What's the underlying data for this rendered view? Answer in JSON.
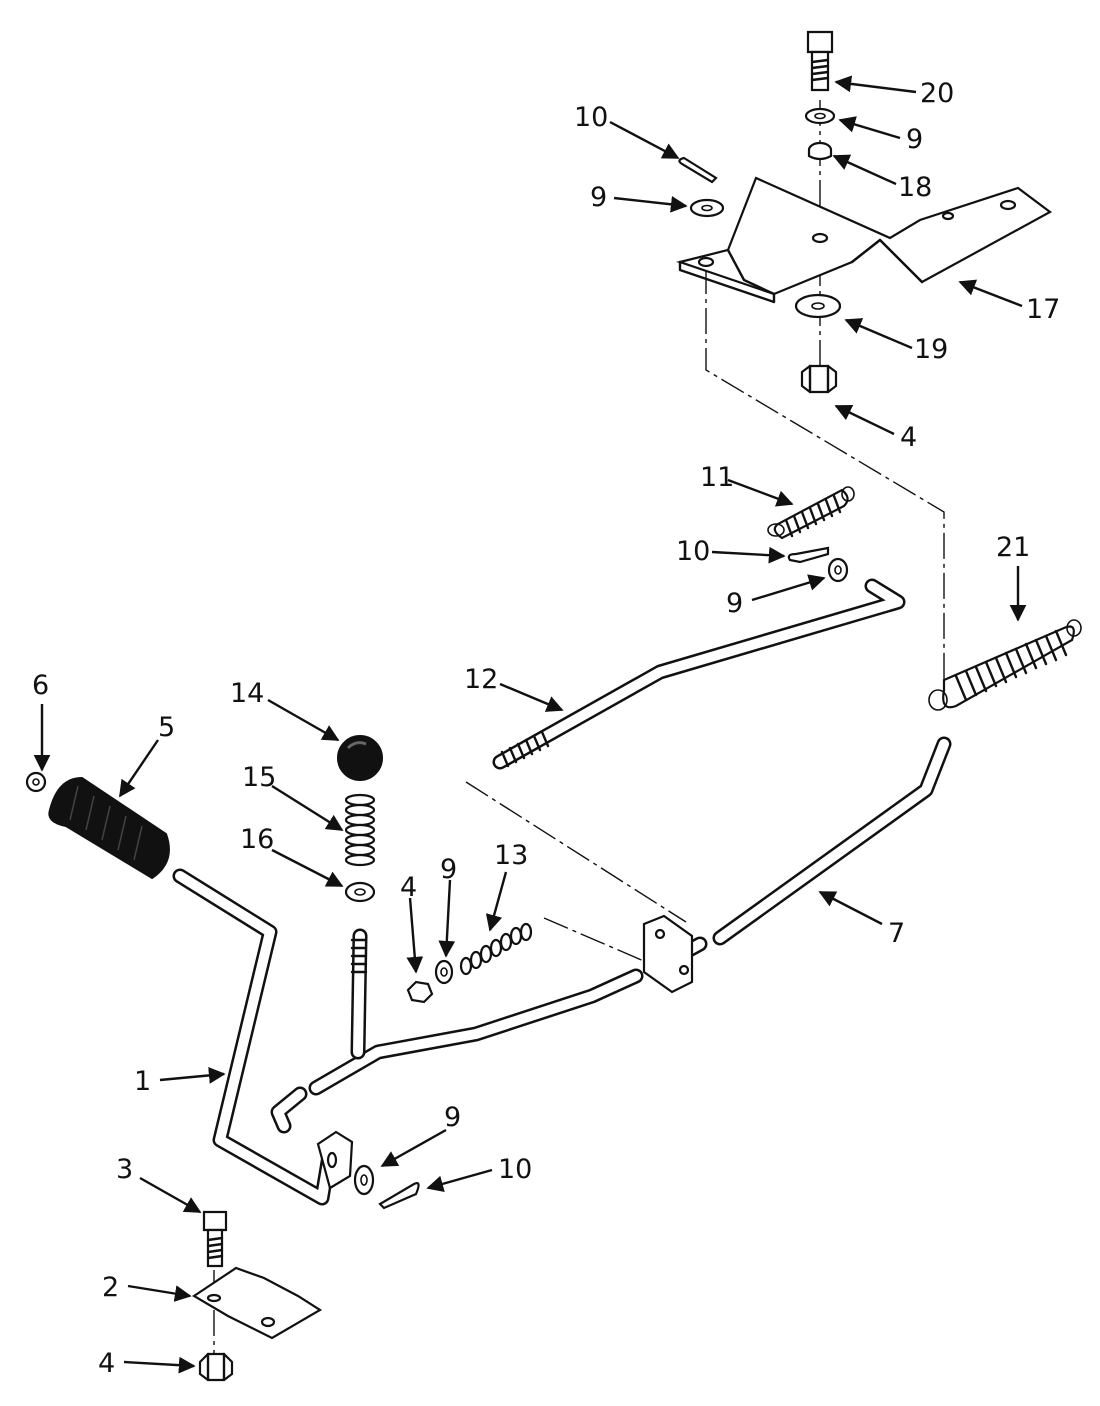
{
  "callouts": {
    "c1": "1",
    "c2": "2",
    "c3": "3",
    "c4_bottom": "4",
    "c4_mid": "4",
    "c4_top": "4",
    "c5": "5",
    "c6": "6",
    "c7": "7",
    "c9_top": "9",
    "c9_bracket": "9",
    "c9_mid": "9",
    "c9_upper_right": "9",
    "c9_bottom": "9",
    "c10_top": "10",
    "c10_mid": "10",
    "c10_bottom": "10",
    "c11": "11",
    "c12": "12",
    "c13": "13",
    "c14": "14",
    "c15": "15",
    "c16": "16",
    "c17": "17",
    "c18": "18",
    "c19": "19",
    "c20": "20",
    "c21": "21"
  }
}
